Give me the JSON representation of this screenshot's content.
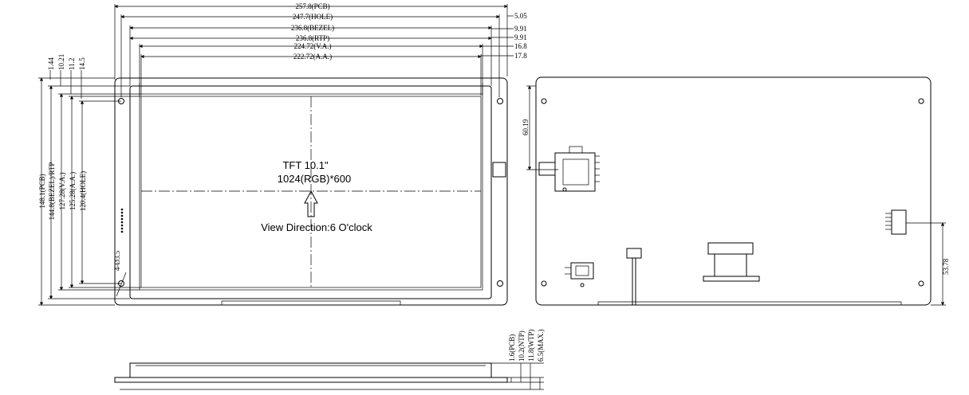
{
  "top_dims": {
    "pcb": "257.8(PCB)",
    "hole": "247.7(HOLE)",
    "bezel": "236.8(BEZEL)",
    "rtp": "236.8(RTP)",
    "va": "224.72(V.A.)",
    "aa": "222.72(A.A.)"
  },
  "right_offsets": {
    "a": "5.05",
    "b": "9.91",
    "c": "9.91",
    "d": "16.8",
    "e": "17.8"
  },
  "left_offsets": {
    "a": "1.44",
    "b": "10.21",
    "c": "11.2",
    "d": "14.5"
  },
  "left_dims": {
    "pcb": "148.1(PCB)",
    "bezel": "144.8(BEZEL)/RTP",
    "va": "127.28(V.A.)",
    "aa": "125.28(A.A.)",
    "hole": "120.4(HOLE)"
  },
  "hole_note": "4-Ø3.5",
  "center_text": {
    "line1": "TFT 10.1\"",
    "line2": "1024(RGB)*600",
    "view": "View Direction:6 O'clock"
  },
  "back_dims": {
    "upper": "60.19",
    "right": "53.78"
  },
  "side_dims": {
    "pcb": "1.6(PCB)",
    "ntp": "10.2(NTP)",
    "wtp": "11.8(WTP)",
    "max": "6.5(MAX.)"
  }
}
